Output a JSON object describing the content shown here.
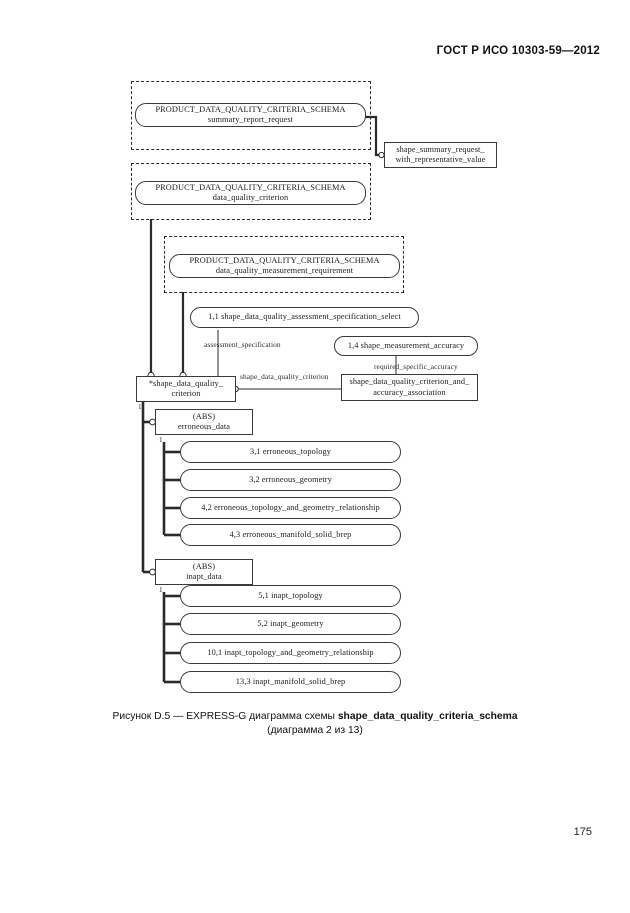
{
  "document": {
    "header": "ГОСТ Р ИСО 10303-59—2012",
    "page_number": "175"
  },
  "caption": {
    "prefix": "Рисунок D.5 — EXPRESS-G диаграмма схемы ",
    "schema_name": "shape_data_quality_criteria_schema",
    "line2": "(диаграмма 2 из 13)"
  },
  "diagram": {
    "type": "EXPRESS-G",
    "schema_frames": [
      {
        "id": "frame-summary-report-request",
        "schema": "PRODUCT_DATA_QUALITY_CRITERIA_SCHEMA",
        "reference": "summary_report_request"
      },
      {
        "id": "frame-data-quality-criterion",
        "schema": "PRODUCT_DATA_QUALITY_CRITERIA_SCHEMA",
        "reference": "data_quality_criterion"
      },
      {
        "id": "frame-data-quality-measurement-requirement",
        "schema": "PRODUCT_DATA_QUALITY_CRITERIA_SCHEMA",
        "reference": "data_quality_measurement_requirement"
      }
    ],
    "nodes": {
      "shape_summary_request": {
        "line1": "shape_summary_request_",
        "line2": "with_representative_value"
      },
      "assessment_select": "1,1  shape_data_quality_assessment_specification_select",
      "shape_measurement_accuracy": "1,4  shape_measurement_accuracy",
      "criterion_accuracy_association": {
        "line1": "shape_data_quality_criterion_and_",
        "line2": "accuracy_association"
      },
      "main_entity": {
        "line1": "*shape_data_quality_",
        "line2": "criterion"
      },
      "erroneous_data": {
        "line1": "(ABS)",
        "line2": "erroneous_data"
      },
      "inapt_data": {
        "line1": "(ABS)",
        "line2": "inapt_data"
      }
    },
    "link_labels": {
      "assessment_specification": "assessment_specification",
      "shape_data_quality_criterion": "shape_data_quality_criterion",
      "required_specific_accuracy": "required_specific_accuracy"
    },
    "tree_digits": {
      "main": "1",
      "erroneous": "1",
      "inapt": "1"
    },
    "erroneous_subtypes": [
      "3,1  erroneous_topology",
      "3,2  erroneous_geometry",
      "4,2  erroneous_topology_and_geometry_relationship",
      "4,3  erroneous_manifold_solid_brep"
    ],
    "inapt_subtypes": [
      "5,1  inapt_topology",
      "5,2  inapt_geometry",
      "10,1  inapt_topology_and_geometry_relationship",
      "13,3  inapt_manifold_solid_brep"
    ]
  }
}
